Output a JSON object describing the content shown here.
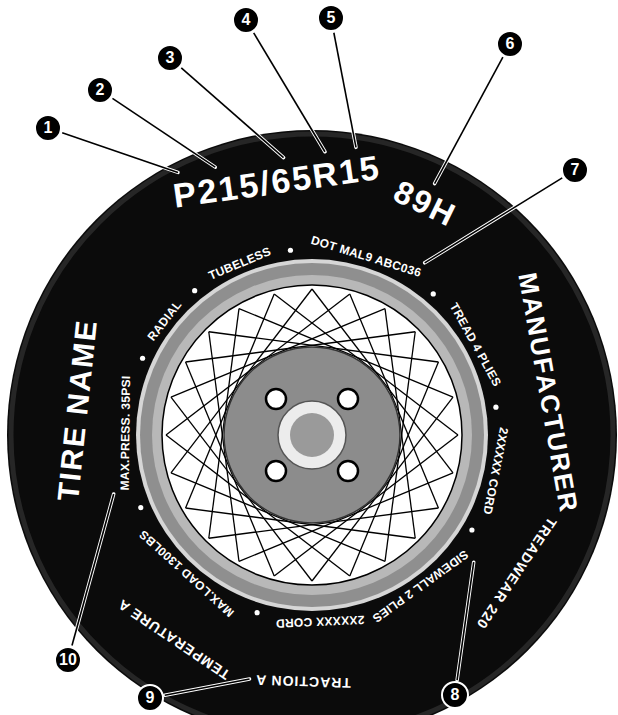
{
  "diagram": {
    "labels": [
      "P215/65R15",
      "89H",
      "TIRE NAME",
      "MANUFACTURER",
      "MAX.PRESS. 35PSI",
      "RADIAL",
      "TUBELESS",
      "DOT MAL9 ABC036",
      "TREAD 4 PLIES",
      "2XXXXX CORD",
      "SIDEWALL 2 PLIES",
      "2XXXXX CORD",
      "MAX.LOAD 1300LBS",
      "TREADWEAR 220",
      "TRACTION A",
      "TEMPERATURE A",
      "1",
      "2",
      "3",
      "4",
      "5",
      "6",
      "7",
      "8",
      "9",
      "10"
    ]
  }
}
